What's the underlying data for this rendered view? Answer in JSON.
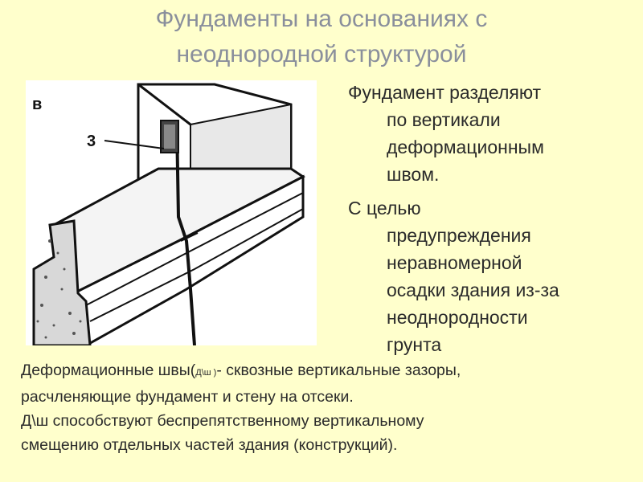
{
  "title": {
    "line1": "Фундаменты на основаниях с",
    "line2": "неоднородной структурой"
  },
  "figure": {
    "label_letter": "в",
    "label_number": "3"
  },
  "bullets": [
    {
      "lines": [
        "Фундамент  разделяют",
        "по вертикали",
        "деформационным",
        "швом."
      ]
    },
    {
      "lines": [
        "С целью",
        "предупреждения",
        "неравномерной",
        "осадки здания из-за",
        "неоднородности",
        "грунта"
      ]
    }
  ],
  "bottom": {
    "p1_start": "Деформационные  швы(",
    "p1_small": "Д\\ш )",
    "p1_end": "- сквозные вертикальные зазоры,",
    "p2": "расчленяющие фундамент и стену на отсеки.",
    "p3": "Д\\ш способствуют беспрепятственному  вертикальному",
    "p4": "смещению отдельных частей здания (конструкций)."
  }
}
